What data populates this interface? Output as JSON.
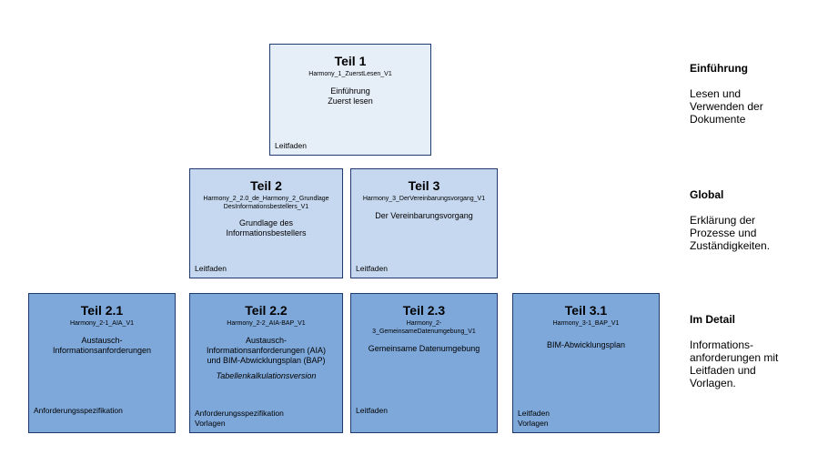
{
  "boxes": {
    "teil1": {
      "title": "Teil 1",
      "file": "Harmony_1_ZuerstLesen_V1",
      "desc": "Einführung\nZuerst lesen",
      "footer": "Leitfaden"
    },
    "teil2": {
      "title": "Teil 2",
      "file": "Harmony_2_2.0_de_Harmony_2_Grundlage DesInformationsbestellers_V1",
      "desc": "Grundlage des\nInformationsbestellers",
      "footer": "Leitfaden"
    },
    "teil3": {
      "title": "Teil 3",
      "file": "Harmony_3_DerVereinbarungsvorgang_V1",
      "desc": "Der Vereinbarungsvorgang",
      "footer": "Leitfaden"
    },
    "teil21": {
      "title": "Teil 2.1",
      "file": "Harmony_2-1_AIA_V1",
      "desc": "Austausch-\nInformationsanforderungen",
      "footer": "Anforderungsspezifikation"
    },
    "teil22": {
      "title": "Teil 2.2",
      "file": "Harmony_2-2_AIA-BAP_V1",
      "desc": "Austausch-\nInformationsanforderungen (AIA)\nund BIM-Abwicklungsplan (BAP)",
      "extra": "Tabellenkalkulationsversion",
      "footer": "Anforderungsspezifikation\nVorlagen"
    },
    "teil23": {
      "title": "Teil 2.3",
      "file": "Harmony_2-3_GemeinsameDatenumgebung_V1",
      "desc": "Gemeinsame Datenumgebung",
      "footer": "Leitfaden"
    },
    "teil31": {
      "title": "Teil 3.1",
      "file": "Harmony_3-1_BAP_V1",
      "desc": "BIM-Abwicklungsplan",
      "footer": "Leitfaden\nVorlagen"
    }
  },
  "side": {
    "einfuehrung": {
      "heading": "Einführung",
      "text": "Lesen und\nVerwenden der\nDokumente"
    },
    "global": {
      "heading": "Global",
      "text": "Erklärung der\nProzesse und\nZuständigkeiten."
    },
    "detail": {
      "heading": "Im Detail",
      "text": "Informations-\nanforderungen mit\nLeitfaden und\nVorlagen."
    }
  },
  "colors": {
    "level1": "#e6eef8",
    "level2": "#c6d8ef",
    "level3": "#7ea8da",
    "border": "#1f3b6e"
  }
}
